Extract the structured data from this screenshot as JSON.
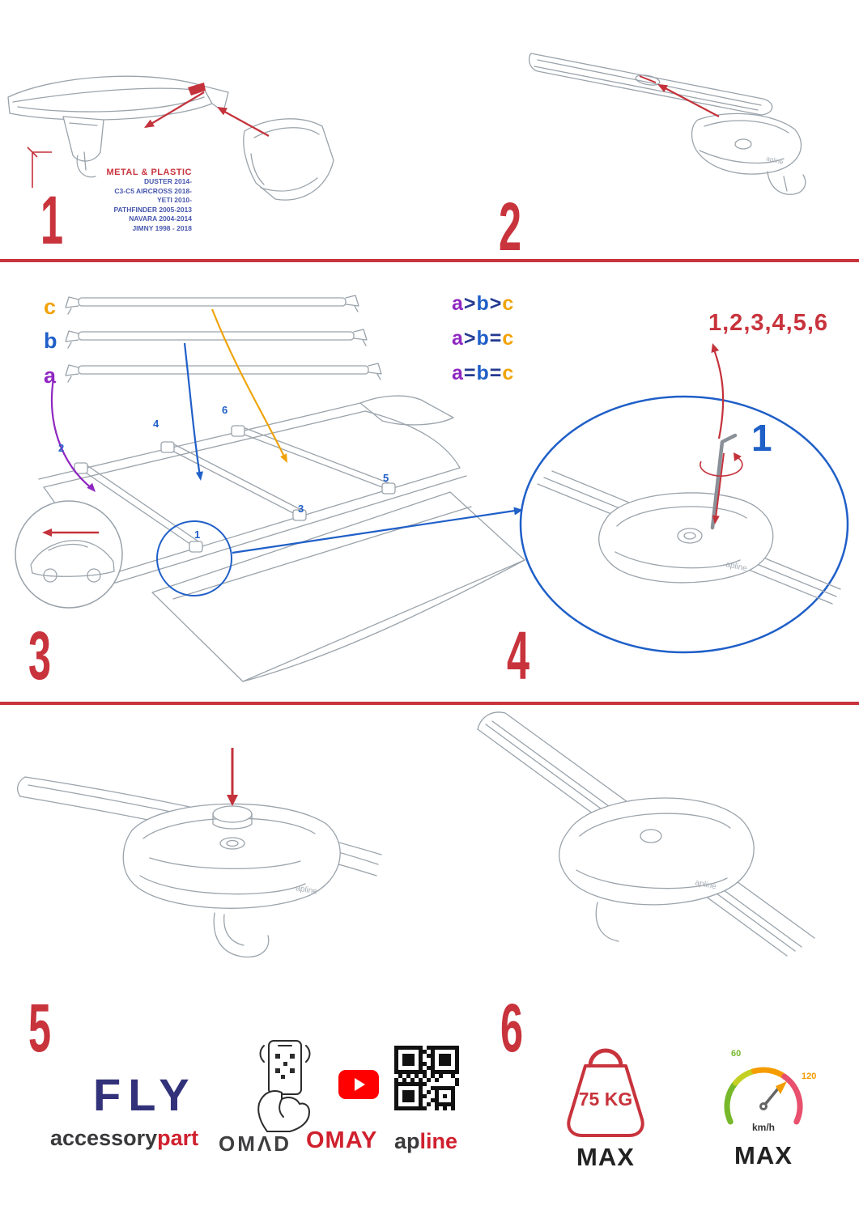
{
  "colors": {
    "accent_red": "#c8333c",
    "blue": "#1f5fc8",
    "purple": "#8f27c1",
    "orange": "#f0a30a",
    "navy": "#233a8f",
    "brand_navy": "#32327a",
    "brand_dark": "#3a3a3c",
    "brand_red": "#d0202e",
    "youtube_red": "#ff0000",
    "speed_green": "#76b82a",
    "speed_yellow": "#c3d021",
    "speed_orange": "#f59c00",
    "speed_pink": "#e8506e",
    "line_gray": "#9aa3ab"
  },
  "steps": {
    "s1": {
      "number": "1",
      "material": "METAL & PLASTIC",
      "models": [
        "DUSTER 2014-",
        "C3-C5 AIRCROSS 2018-",
        "YETI 2010-",
        "PATHFINDER 2005-2013",
        "NAVARA 2004-2014",
        "JIMNY 1998 - 2018"
      ]
    },
    "s2": {
      "number": "2"
    },
    "s3": {
      "number": "3",
      "bar_labels": {
        "c": "c",
        "b": "b",
        "a": "a"
      },
      "rules": [
        {
          "a": "a",
          "op1": ">",
          "b": "b",
          "op2": ">",
          "c": "c"
        },
        {
          "a": "a",
          "op1": ">",
          "b": "b",
          "op2": "=",
          "c": "c"
        },
        {
          "a": "a",
          "op1": "=",
          "b": "b",
          "op2": "=",
          "c": "c"
        }
      ],
      "positions": [
        "1",
        "2",
        "3",
        "4",
        "5",
        "6"
      ]
    },
    "s4": {
      "number": "4",
      "sequence": "1,2,3,4,5,6",
      "callout": "1"
    },
    "s5": {
      "number": "5"
    },
    "s6": {
      "number": "6"
    }
  },
  "logo_text": "apline",
  "footer": {
    "fly": "FLY",
    "accessory": "accessory",
    "part": "part",
    "omad": "OMΛD",
    "omay": "OMAY",
    "ap": "ap",
    "line": "line",
    "weight": {
      "value": "75 KG",
      "max": "MAX"
    },
    "speed": {
      "low": "60",
      "high": "120",
      "unit": "km/h",
      "max": "MAX"
    }
  }
}
